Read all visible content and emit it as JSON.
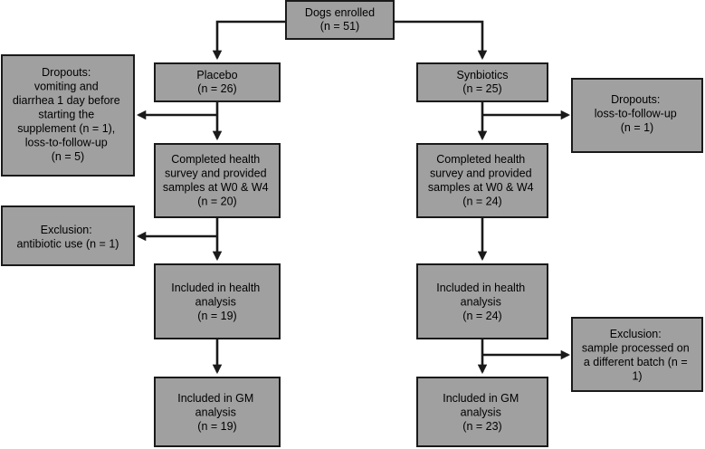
{
  "nodes": {
    "enrolled": [
      "Dogs enrolled",
      "(n = 51)"
    ],
    "placebo": [
      "Placebo",
      "(n = 26)"
    ],
    "synbiotics": [
      "Synbiotics",
      "(n = 25)"
    ],
    "dropouts_left": [
      "Dropouts:",
      "vomiting and",
      "diarrhea 1 day before",
      "starting the",
      "supplement (n = 1),",
      "loss-to-follow-up",
      "(n = 5)"
    ],
    "dropouts_right": [
      "Dropouts:",
      "loss-to-follow-up",
      "(n = 1)"
    ],
    "survey_left": [
      "Completed health",
      "survey and provided",
      "samples at W0 & W4",
      "(n = 20)"
    ],
    "survey_right": [
      "Completed health",
      "survey and provided",
      "samples at W0 & W4",
      "(n = 24)"
    ],
    "exclusion_left": [
      "Exclusion:",
      "antibiotic use (n = 1)"
    ],
    "health_left": [
      "Included in health",
      "analysis",
      "(n = 19)"
    ],
    "health_right": [
      "Included in health",
      "analysis",
      "(n = 24)"
    ],
    "exclusion_right": [
      "Exclusion:",
      "sample processed on",
      "a different batch (n =",
      "1)"
    ],
    "gm_left": [
      "Included in GM",
      "analysis",
      "(n = 19)"
    ],
    "gm_right": [
      "Included in GM",
      "analysis",
      "(n = 23)"
    ]
  },
  "colors": {
    "box_fill": "#a0a0a0",
    "box_stroke": "#1a1a1a",
    "text": "#000000"
  }
}
